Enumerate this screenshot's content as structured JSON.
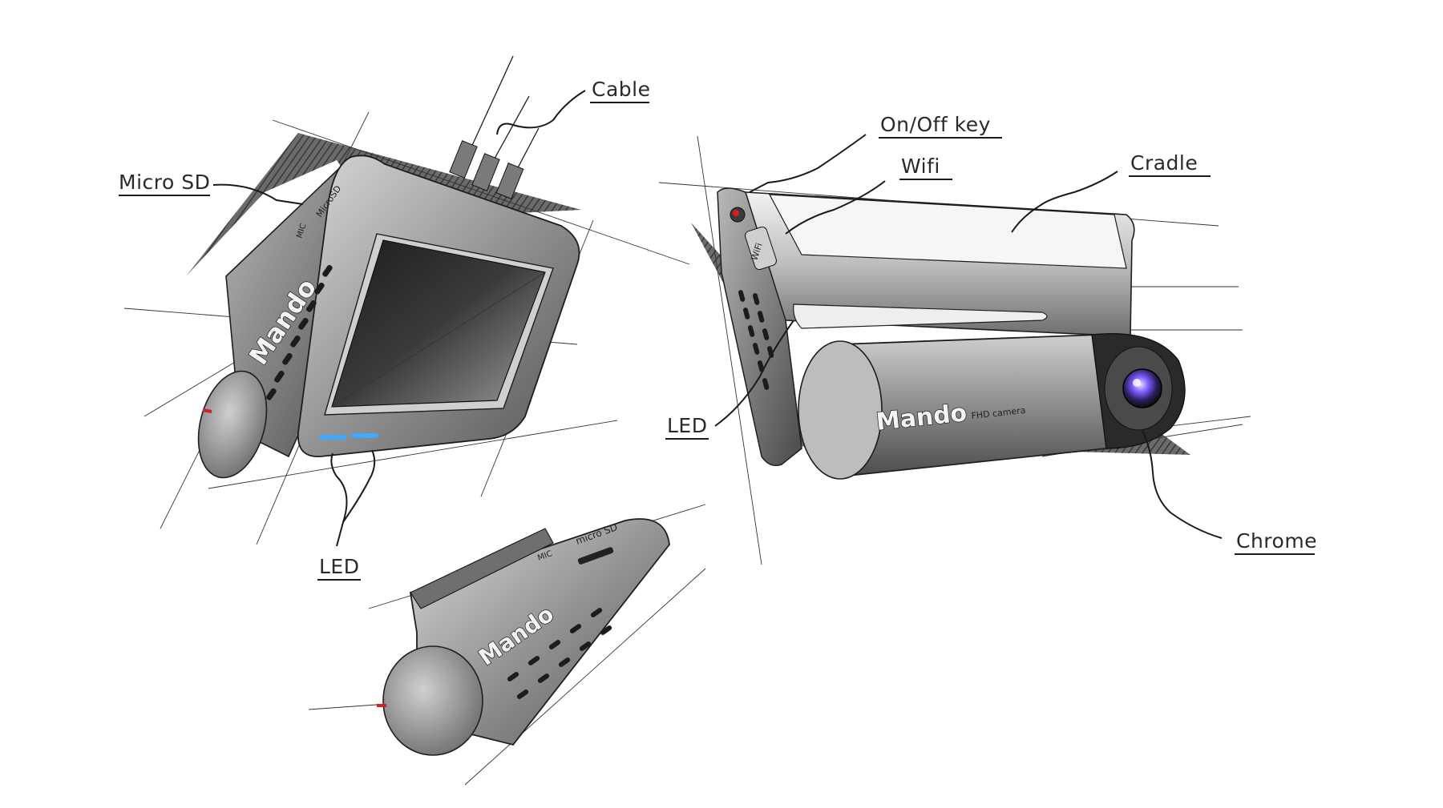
{
  "callouts": {
    "micro_sd": "Micro SD",
    "cable": "Cable",
    "led_left": "LED",
    "on_off_key": "On/Off key",
    "wifi": "Wifi",
    "cradle": "Cradle",
    "led_right": "LED",
    "chrome": "Chrome"
  },
  "device_prints": {
    "brand_left": "Mando",
    "brand_bottom": "Mando",
    "brand_right": "Mando",
    "fhd_camera": "FHD camera",
    "mic_left": "MIC",
    "microsd_left": "MicroSD",
    "mic_bottom": "MIC",
    "microsd_bottom": "micro SD",
    "wifi_button": "WiFi"
  },
  "colors": {
    "ink": "#1e1e1e",
    "body_grey": "#8a8a8a",
    "led_blue": "#3fa8ff",
    "indicator_red": "#d21f1f",
    "lens_purple": "#7a5cff"
  }
}
